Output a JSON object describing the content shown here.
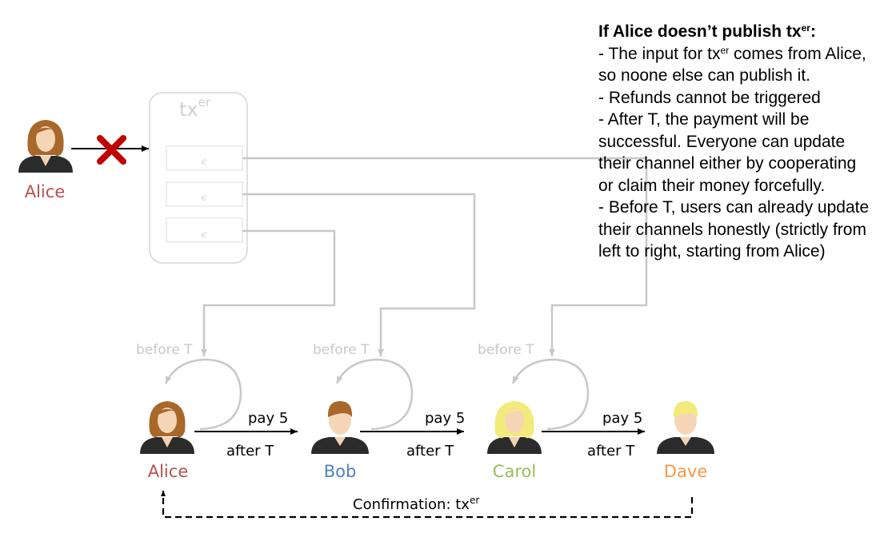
{
  "colors": {
    "alice": "#b55250",
    "bob": "#4f81bd",
    "carol": "#9bbb59",
    "dave": "#f79646",
    "gray_line": "#c8c8c8",
    "cross": "#c00000"
  },
  "left_actor": {
    "name": "Alice"
  },
  "tx_box": {
    "label": "tx",
    "sup": "er",
    "slots": [
      "ϵ",
      "ϵ",
      "ϵ"
    ]
  },
  "actors": [
    {
      "name": "Alice"
    },
    {
      "name": "Bob"
    },
    {
      "name": "Carol"
    },
    {
      "name": "Dave"
    }
  ],
  "payments": [
    {
      "top": "pay 5",
      "bottom": "after T"
    },
    {
      "top": "pay 5",
      "bottom": "after T"
    },
    {
      "top": "pay 5",
      "bottom": "after T"
    }
  ],
  "before_labels": [
    "before T",
    "before T",
    "before T"
  ],
  "confirmation": {
    "label": "Confirmation: tx",
    "sup": "er"
  },
  "note": {
    "title": "If Alice doesn’t publish tx",
    "title_sup": "er",
    "title_end": ":",
    "line1_a": "- The input for tx",
    "line1_sup": "er",
    "line1_b": " comes from Alice, so noone else can publish it.",
    "line2": "- Refunds cannot be triggered",
    "line3": "- After T, the payment will be successful. Everyone can update their channel either by cooperating or claim their money forcefully.",
    "line4": "- Before T, users can already update their channels honestly (strictly from left to right, starting from Alice)"
  }
}
